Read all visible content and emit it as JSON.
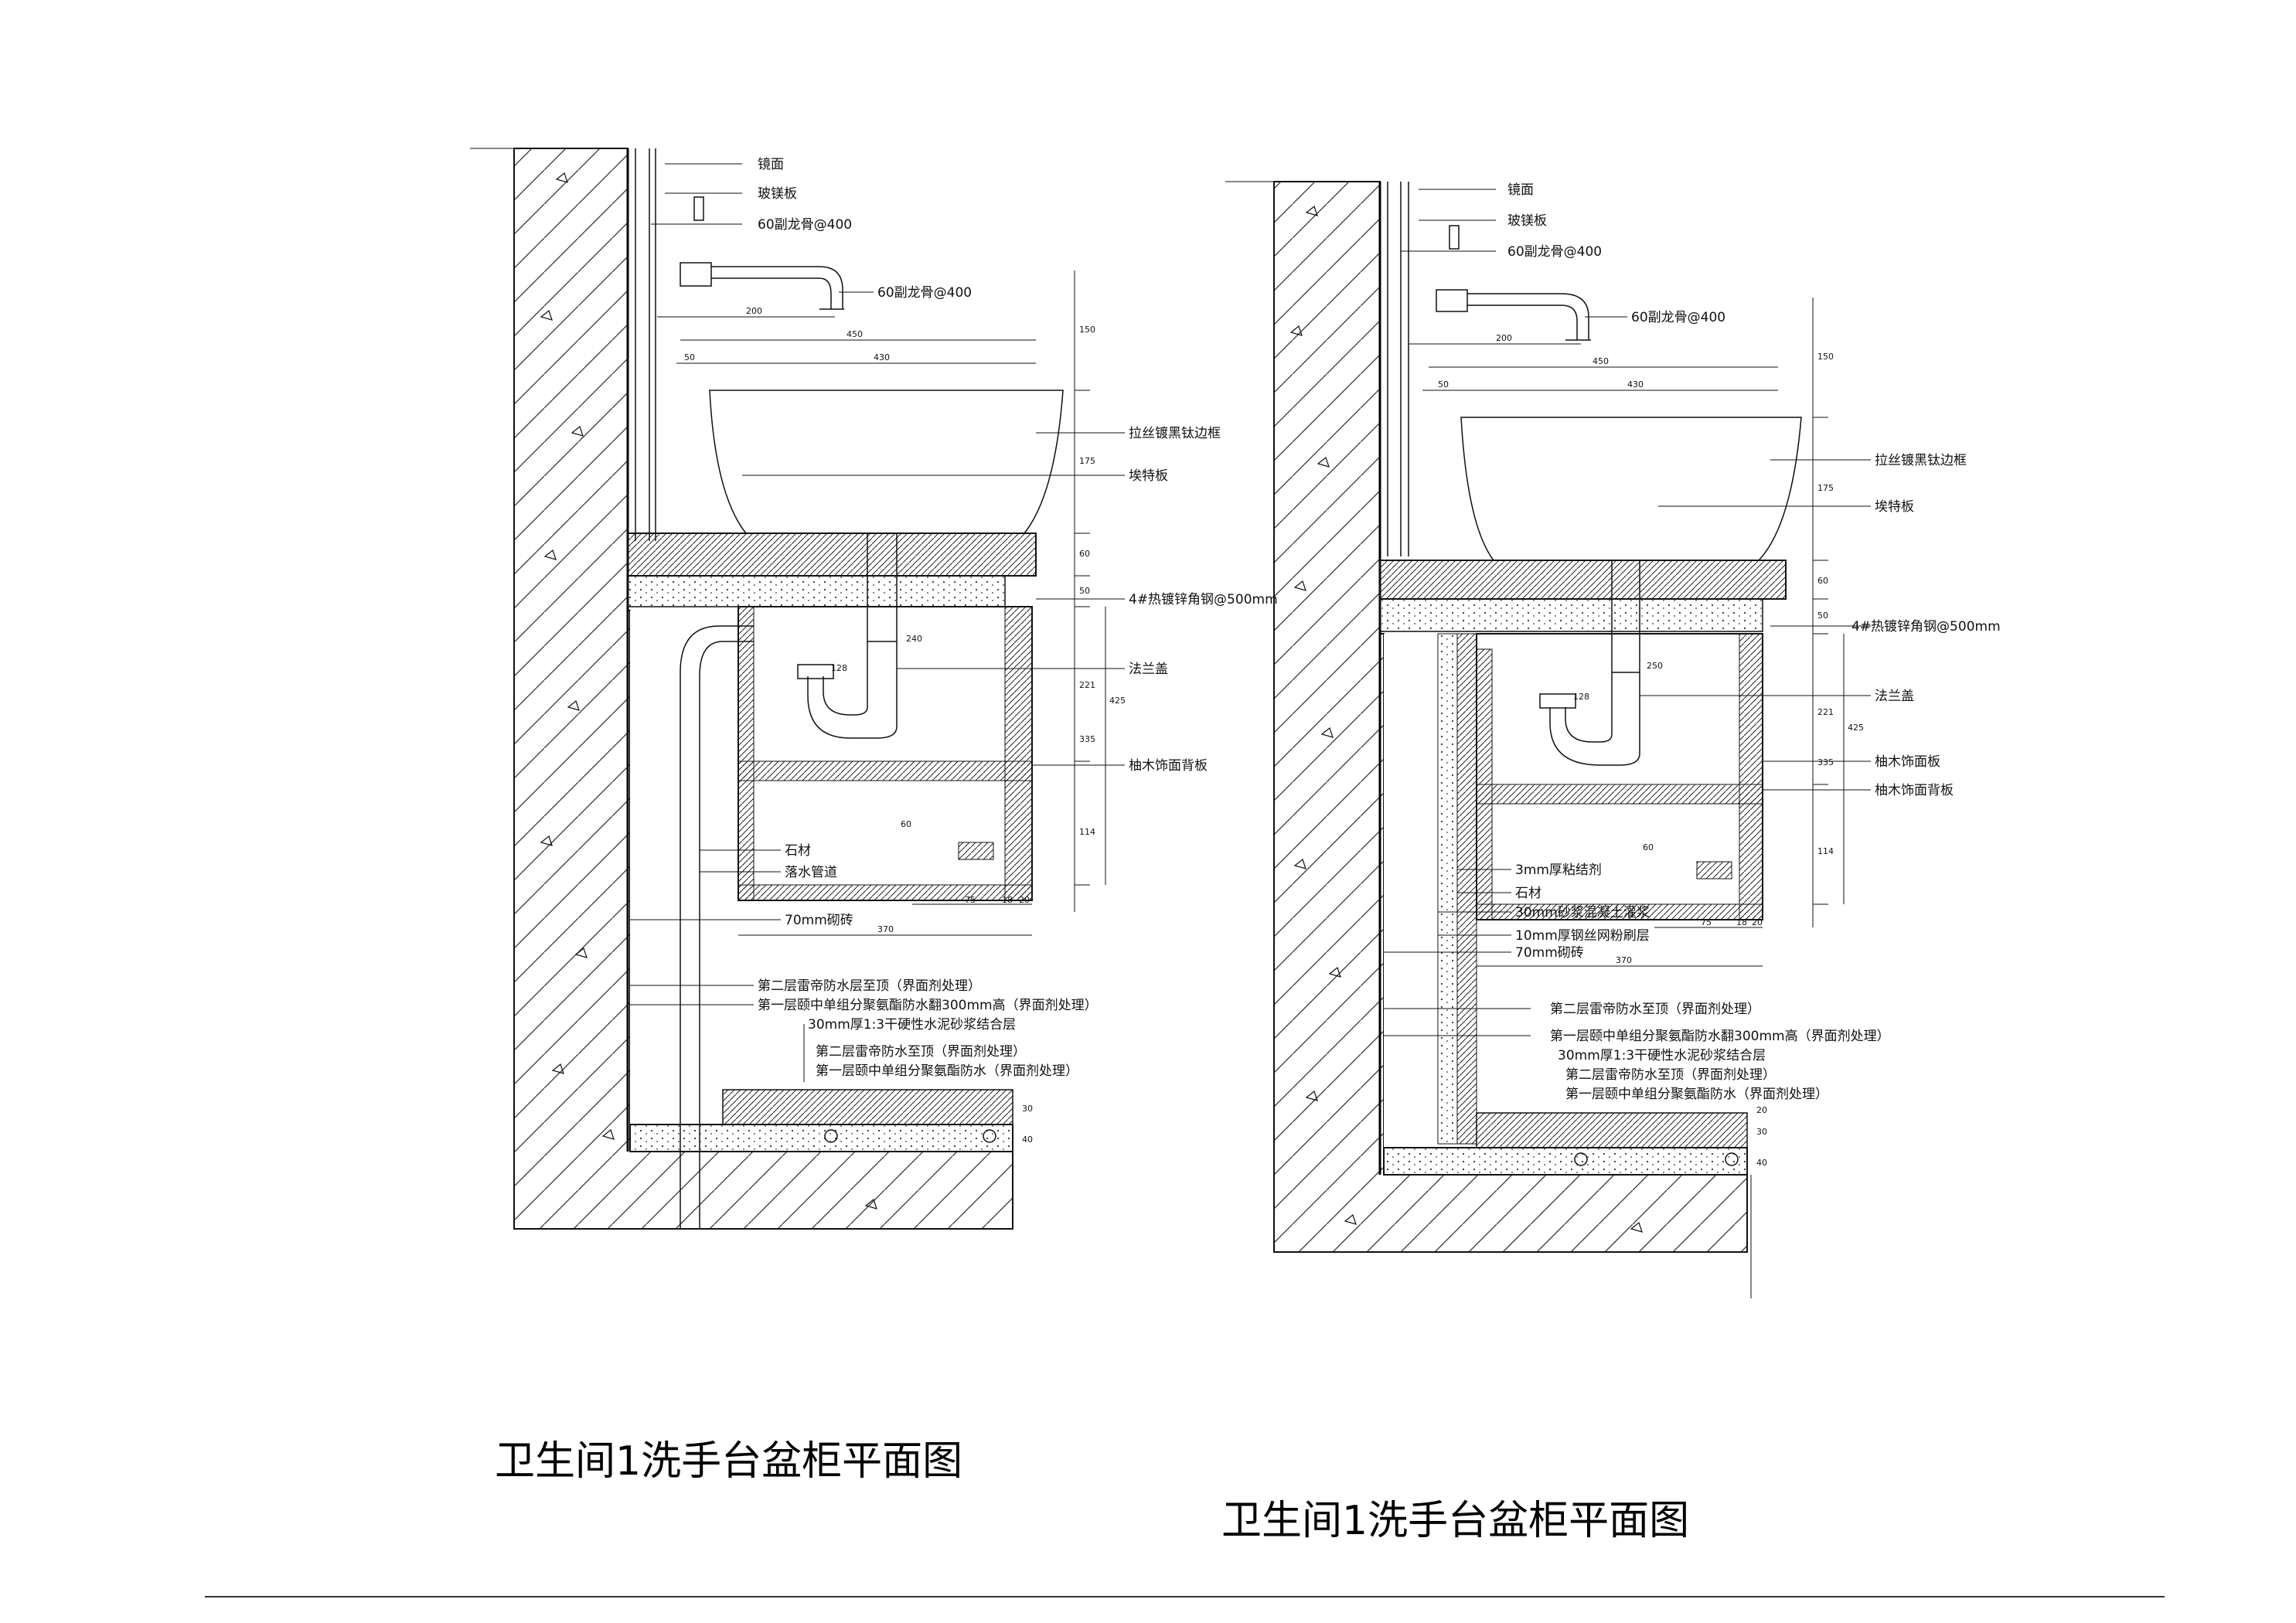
{
  "left_drawing": {
    "title": "卫生间1洗手台盆柜平面图",
    "callouts": [
      "镜面",
      "玻镁板",
      "60副龙骨@400",
      "60副龙骨@400",
      "拉丝镀黑钛边框",
      "埃特板",
      "4#热镀锌角钢@500mm",
      "法兰盖",
      "柚木饰面背板",
      "石材",
      "落水管道",
      "70mm砌砖",
      "第二层雷帝防水层至顶（界面剂处理）",
      "第一层颐中单组分聚氨酯防水翻300mm高（界面剂处理）",
      "30mm厚1:3干硬性水泥砂浆结合层",
      "第二层雷帝防水至顶（界面剂处理）",
      "第一层颐中单组分聚氨酯防水（界面剂处理）"
    ],
    "dims": [
      "200",
      "450",
      "50",
      "430",
      "150",
      "175",
      "60",
      "50",
      "240",
      "128",
      "221",
      "425",
      "335",
      "114",
      "60",
      "75",
      "18",
      "20",
      "370",
      "30",
      "40"
    ]
  },
  "right_drawing": {
    "title": "卫生间1洗手台盆柜平面图",
    "callouts": [
      "镜面",
      "玻镁板",
      "60副龙骨@400",
      "60副龙骨@400",
      "拉丝镀黑钛边框",
      "埃特板",
      "4#热镀锌角钢@500mm",
      "法兰盖",
      "柚木饰面板",
      "柚木饰面背板",
      "3mm厚粘结剂",
      "石材",
      "30mm砂浆混凝土灌浆",
      "10mm厚钢丝网粉刷层",
      "70mm砌砖",
      "第二层雷帝防水至顶（界面剂处理）",
      "第一层颐中单组分聚氨酯防水翻300mm高（界面剂处理）",
      "30mm厚1:3干硬性水泥砂浆结合层",
      "第二层雷帝防水至顶（界面剂处理）",
      "第一层颐中单组分聚氨酯防水（界面剂处理）"
    ],
    "dims": [
      "200",
      "450",
      "50",
      "430",
      "150",
      "175",
      "60",
      "50",
      "250",
      "128",
      "221",
      "425",
      "335",
      "114",
      "60",
      "75",
      "18",
      "20",
      "370",
      "20",
      "30",
      "40"
    ]
  }
}
